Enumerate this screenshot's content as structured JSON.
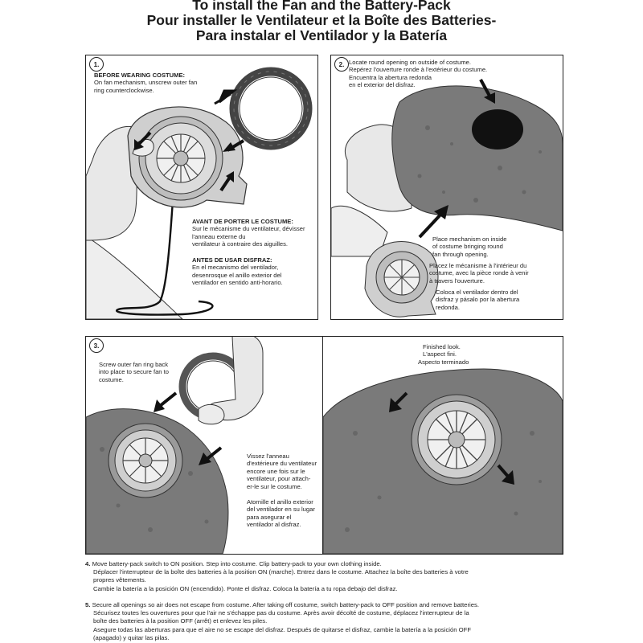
{
  "titles": {
    "en": "To install the Fan and the Battery-Pack",
    "fr": "Pour installer le Ventilateur et la Boîte des Batteries-",
    "es": "Para instalar el Ventilador y la Batería"
  },
  "panel1": {
    "number": "1.",
    "before_heading": "BEFORE WEARING COSTUME:",
    "before_text_1": "On fan mechanism, unscrew outer fan",
    "before_text_2": "ring counterclockwise.",
    "fr_heading": "AVANT DE PORTER LE COSTUME:",
    "fr_text_1": "Sur le mécanisme du ventilateur, dévisser",
    "fr_text_2": "l'anneau externe du",
    "fr_text_3": "ventilateur à contraire des aiguilles.",
    "es_heading": "ANTES DE USAR DISFRAZ:",
    "es_text_1": "En el mecanismo del ventilador,",
    "es_text_2": "desenrosque el anillo exterior del",
    "es_text_3": "ventilador en sentido anti-horario."
  },
  "panel2": {
    "number": "2.",
    "locate_1": "Locate round opening on outside of costume.",
    "locate_2": "Repérez l'ouverture ronde à l'extérieur du costume.",
    "locate_3": "Encuentra la abertura redonda",
    "locate_4": "en el exterior del disfraz.",
    "place_en_1": "Place mechanism on inside",
    "place_en_2": "of costume bringing round",
    "place_en_3": "fan through opening.",
    "place_fr_1": "Placez le mécanisme à l'intérieur du",
    "place_fr_2": "costume, avec la pièce ronde à venir",
    "place_fr_3": "à travers l'ouverture.",
    "place_es_1": "Coloca el ventilador dentro del",
    "place_es_2": "disfraz y pásalo por la abertura",
    "place_es_3": "redonda."
  },
  "panel3": {
    "number": "3.",
    "screw_1": "Screw outer fan ring back",
    "screw_2": "into place to secure fan to",
    "screw_3": "costume.",
    "fr_1": "Vissez l'anneau",
    "fr_2": "d'extérieure du ventilateur",
    "fr_3": "encore une fois sur le",
    "fr_4": "ventilateur, pour attach-",
    "fr_5": "er-le sur le costume.",
    "es_1": "Atornille el anillo exterior",
    "es_2": "del ventilador en su lugar",
    "es_3": "para asegurar el",
    "es_4": "ventilador al disfraz."
  },
  "panel4": {
    "finished_1": "Finished look.",
    "finished_2": "L'aspect fini.",
    "finished_3": "Aspecto terminado"
  },
  "steps": {
    "s4_num": "4.",
    "s4_en": "Move battery-pack switch to ON position. Step into costume. Clip battery-pack to your own clothing inside.",
    "s4_fr_1": "Déplacer l'interrupteur de la boîte des batteries à la position ON (marche). Entrez dans le costume. Attachez la boîte des batteries à votre",
    "s4_fr_2": "propres vêtements.",
    "s4_es": "Cambie la batería a la posición ON (encendido). Ponte el disfraz. Coloca la batería a tu ropa debajo del disfraz.",
    "s5_num": "5.",
    "s5_en": "Secure all openings so air does not escape from costume. After taking off costume, switch battery-pack to OFF position and remove batteries.",
    "s5_fr_1": "Sécurisez toutes les ouvertures pour que l'air ne s'échappe pas du costume. Après avoir décolté de costume, déplacez l'interrupteur de la",
    "s5_fr_2": "boîte des batteries à la position OFF (arrêt) et enlevez les piles.",
    "s5_es_1": "Asegure todas las aberturas para que el aire no se escape del disfraz. Después de quitarse el disfraz, cambie la batería a la posición OFF",
    "s5_es_2": "(apagado) y quitar las pilas."
  },
  "colors": {
    "rock": "#7a7a7a",
    "hand": "#e6e6e6",
    "fan": "#d0d0d0",
    "line": "#222222"
  }
}
